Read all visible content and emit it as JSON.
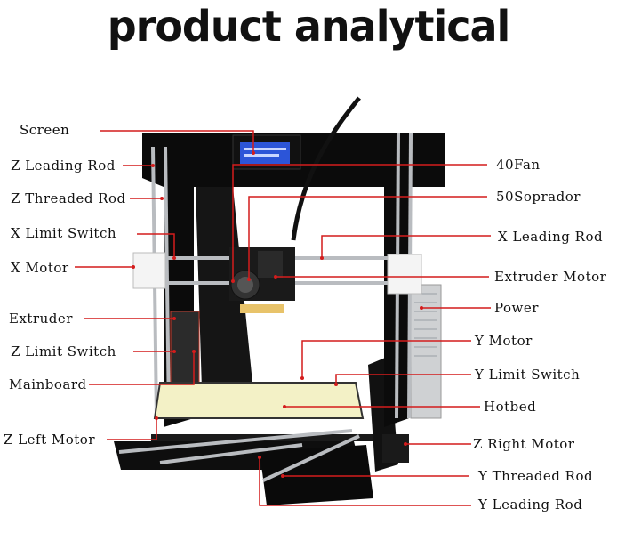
{
  "title": "product analytical",
  "labels": {
    "screen": "Screen",
    "z_leading_rod_left": "Z Leading Rod",
    "z_threaded_rod": "Z Threaded Rod",
    "x_limit_switch": "X Limit Switch",
    "x_motor": "X Motor",
    "extruder": "Extruder",
    "z_limit_switch": "Z Limit Switch",
    "mainboard": "Mainboard",
    "z_left_motor": "Z Left Motor",
    "fan_40": "40Fan",
    "soprador_50": "50Soprador",
    "x_leading_rod": "X Leading Rod",
    "extruder_motor": "Extruder Motor",
    "power": "Power",
    "y_motor": "Y Motor",
    "y_limit_switch": "Y Limit Switch",
    "hotbed": "Hotbed",
    "z_right_motor": "Z Right Motor",
    "y_threaded_rod": "Y Threaded Rod",
    "y_leading_rod": "Y Leading Rod"
  },
  "colors": {
    "callout_line": "#d41c1c",
    "frame": "#0d0d0d",
    "hotbed": "#f3f1c6",
    "rod": "#b9bcc0"
  }
}
